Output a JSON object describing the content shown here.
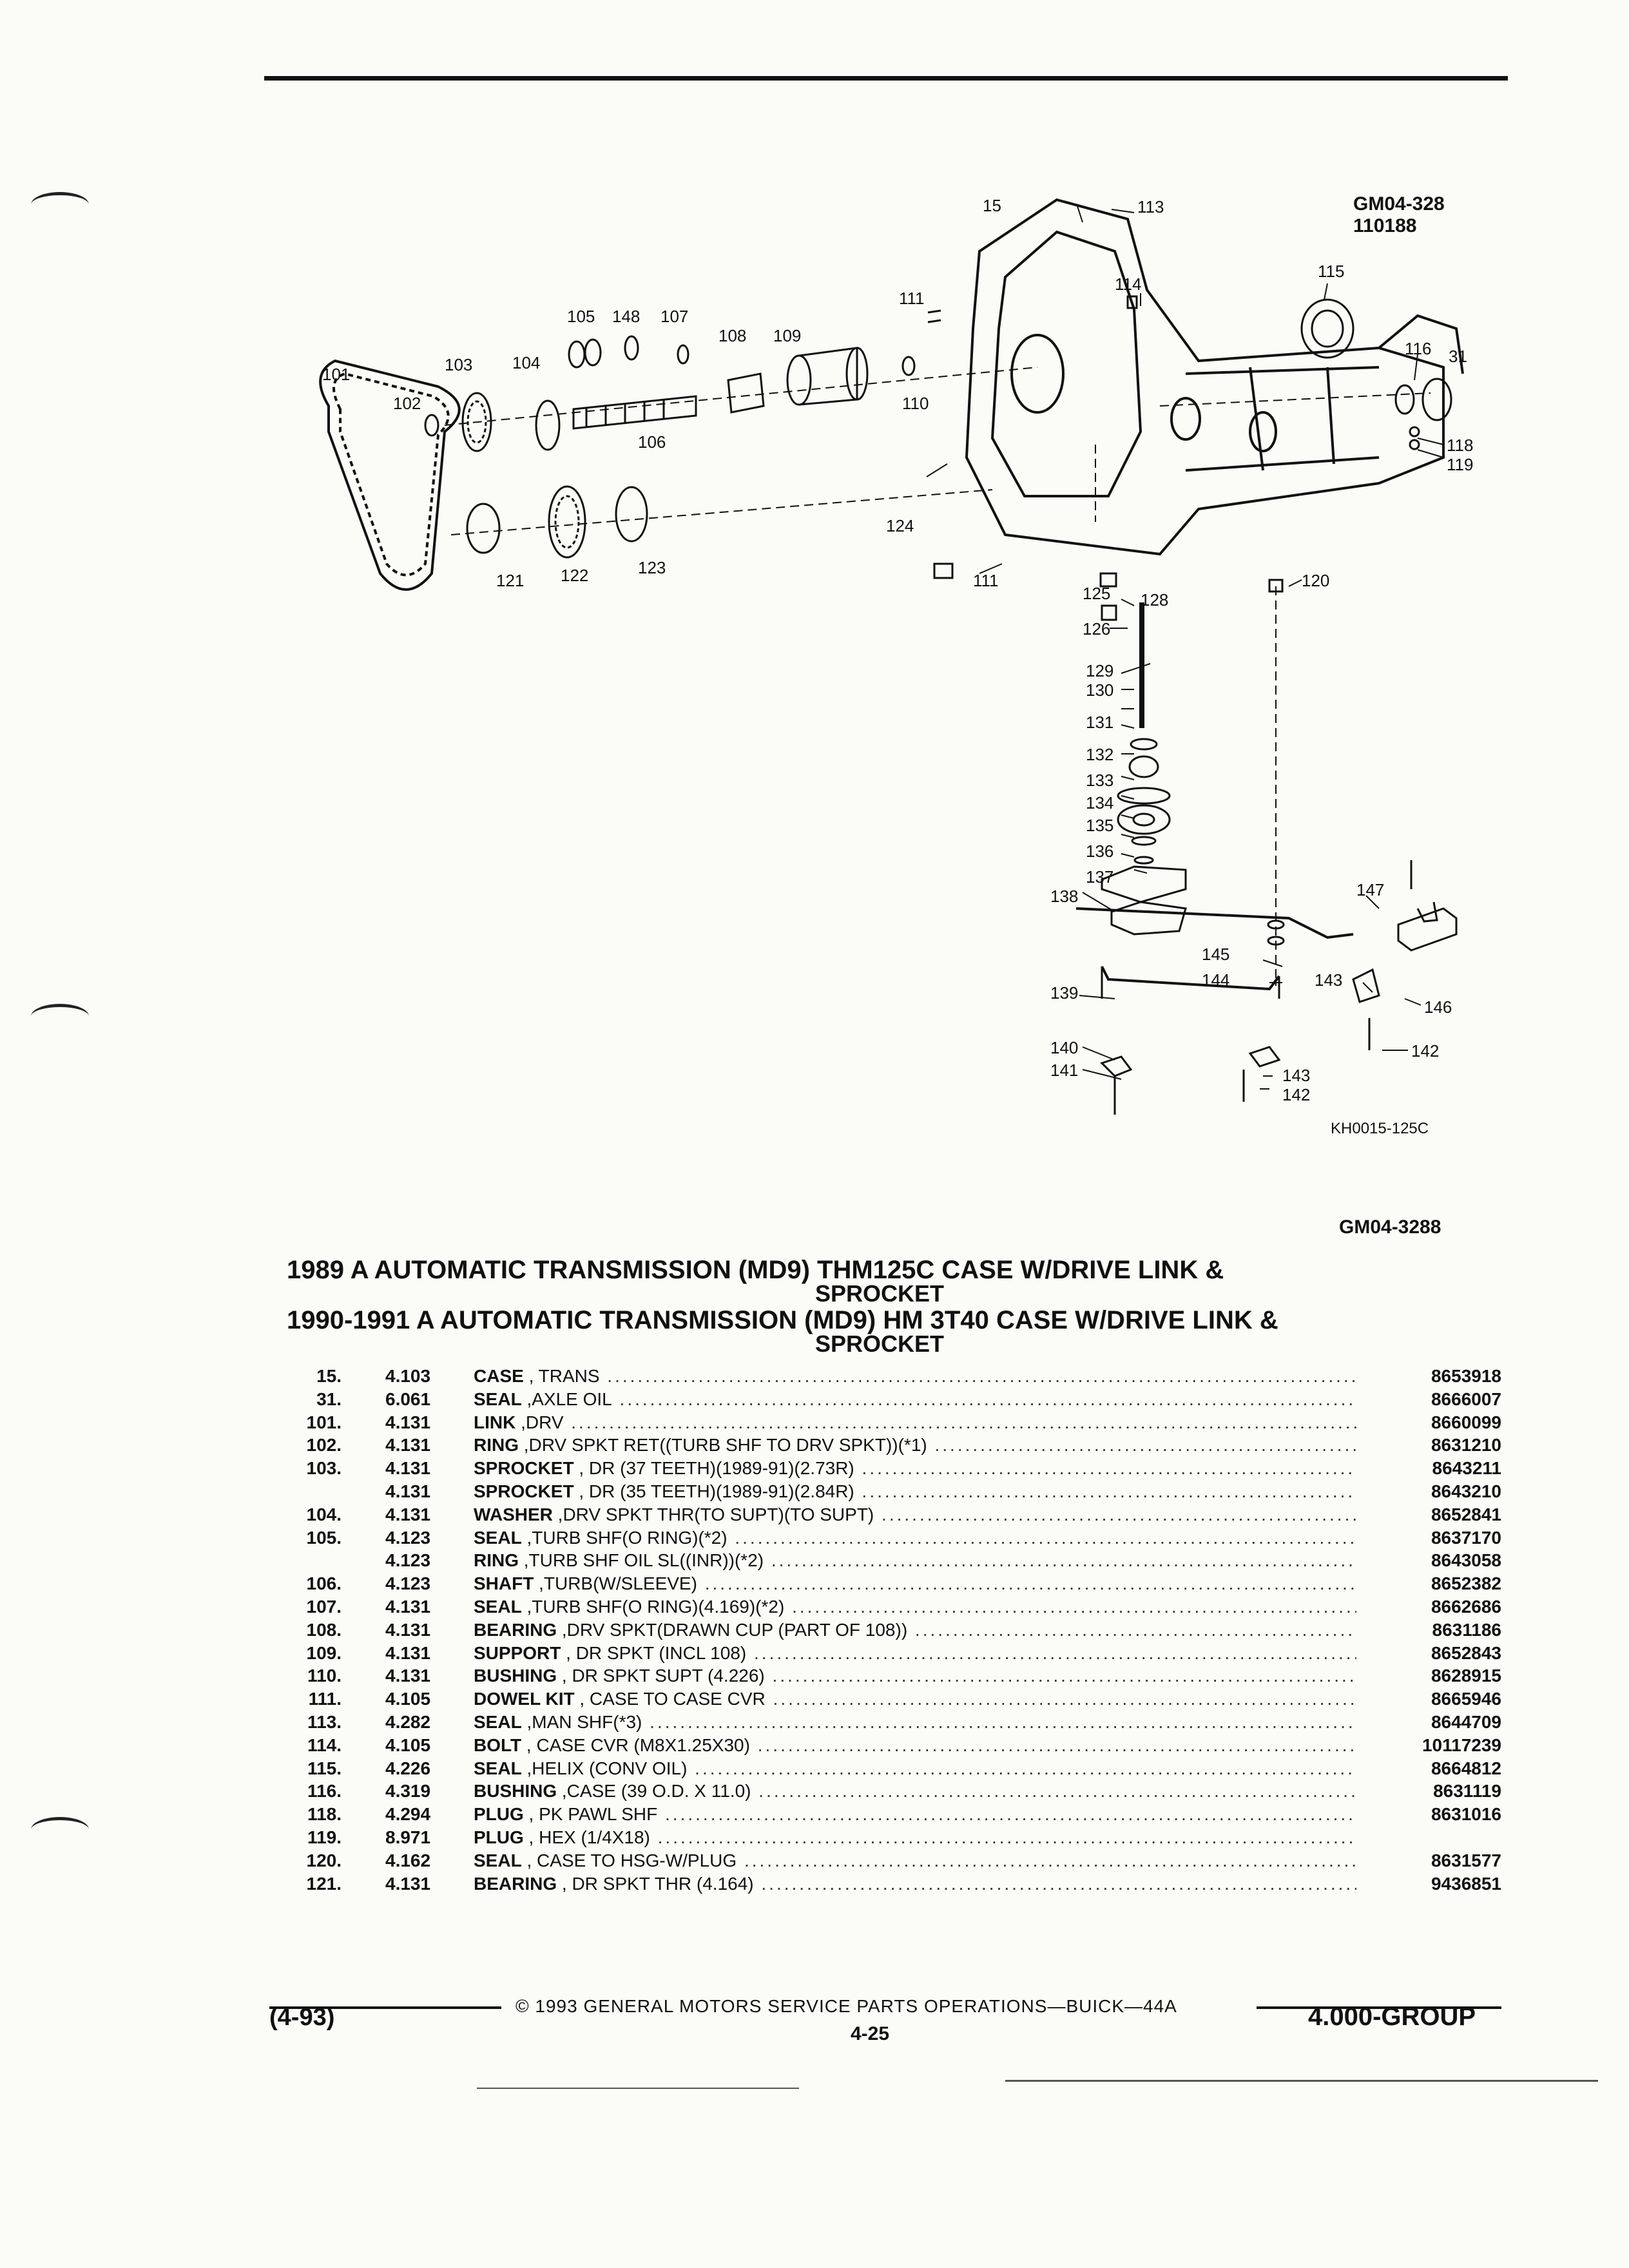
{
  "figure": {
    "code": "GM04-328",
    "date_code": "110188",
    "illustration_code": "KH0015-125C",
    "catalog_code": "GM04-3288",
    "callouts": [
      "15",
      "113",
      "111",
      "114",
      "115",
      "116",
      "31",
      "118",
      "119",
      "105",
      "148",
      "107",
      "108",
      "109",
      "110",
      "101",
      "103",
      "104",
      "102",
      "106",
      "124",
      "121",
      "122",
      "123",
      "111",
      "125",
      "128",
      "120",
      "126",
      "129",
      "130",
      "131",
      "132",
      "133",
      "134",
      "135",
      "136",
      "137",
      "138",
      "147",
      "145",
      "144",
      "143",
      "146",
      "139",
      "140",
      "141",
      "142",
      "143",
      "142"
    ]
  },
  "titles": [
    {
      "line": "1989 A AUTOMATIC TRANSMISSION (MD9) THM125C CASE W/DRIVE LINK &",
      "cont": "SPROCKET"
    },
    {
      "line": "1990-1991 A AUTOMATIC TRANSMISSION (MD9) HM 3T40 CASE W/DRIVE LINK &",
      "cont": "SPROCKET"
    }
  ],
  "parts": [
    {
      "item": "15.",
      "group": "4.103",
      "name": "CASE",
      "desc": " , TRANS",
      "part": "8653918"
    },
    {
      "item": "31.",
      "group": "6.061",
      "name": "SEAL",
      "desc": " ,AXLE OIL",
      "part": "8666007"
    },
    {
      "item": "101.",
      "group": "4.131",
      "name": "LINK",
      "desc": " ,DRV",
      "part": "8660099"
    },
    {
      "item": "102.",
      "group": "4.131",
      "name": "RING",
      "desc": " ,DRV SPKT RET((TURB SHF TO DRV SPKT))(*1)",
      "part": "8631210"
    },
    {
      "item": "103.",
      "group": "4.131",
      "name": "SPROCKET",
      "desc": " , DR (37 TEETH)(1989-91)(2.73R)",
      "part": "8643211"
    },
    {
      "item": "",
      "group": "4.131",
      "name": "SPROCKET",
      "desc": " , DR (35 TEETH)(1989-91)(2.84R)",
      "part": "8643210"
    },
    {
      "item": "104.",
      "group": "4.131",
      "name": "WASHER",
      "desc": " ,DRV SPKT THR(TO SUPT)(TO SUPT)",
      "part": "8652841"
    },
    {
      "item": "105.",
      "group": "4.123",
      "name": "SEAL",
      "desc": " ,TURB SHF(O RING)(*2)",
      "part": "8637170"
    },
    {
      "item": "",
      "group": "4.123",
      "name": "RING",
      "desc": " ,TURB SHF OIL SL((INR))(*2)",
      "part": "8643058"
    },
    {
      "item": "106.",
      "group": "4.123",
      "name": "SHAFT",
      "desc": " ,TURB(W/SLEEVE)",
      "part": "8652382"
    },
    {
      "item": "107.",
      "group": "4.131",
      "name": "SEAL",
      "desc": " ,TURB SHF(O RING)(4.169)(*2)",
      "part": "8662686"
    },
    {
      "item": "108.",
      "group": "4.131",
      "name": "BEARING",
      "desc": " ,DRV SPKT(DRAWN CUP (PART OF 108))",
      "part": "8631186"
    },
    {
      "item": "109.",
      "group": "4.131",
      "name": "SUPPORT",
      "desc": " , DR SPKT (INCL 108)",
      "part": "8652843"
    },
    {
      "item": "110.",
      "group": "4.131",
      "name": "BUSHING",
      "desc": " , DR SPKT SUPT (4.226)",
      "part": "8628915"
    },
    {
      "item": "111.",
      "group": "4.105",
      "name": "DOWEL KIT",
      "desc": " , CASE TO CASE CVR",
      "part": "8665946"
    },
    {
      "item": "113.",
      "group": "4.282",
      "name": "SEAL",
      "desc": " ,MAN SHF(*3)",
      "part": "8644709"
    },
    {
      "item": "114.",
      "group": "4.105",
      "name": "BOLT",
      "desc": " , CASE CVR (M8X1.25X30)",
      "part": "10117239"
    },
    {
      "item": "115.",
      "group": "4.226",
      "name": "SEAL",
      "desc": " ,HELIX (CONV OIL)",
      "part": "8664812"
    },
    {
      "item": "116.",
      "group": "4.319",
      "name": "BUSHING",
      "desc": " ,CASE (39 O.D. X 11.0)",
      "part": "8631119"
    },
    {
      "item": "118.",
      "group": "4.294",
      "name": "PLUG",
      "desc": " , PK PAWL SHF",
      "part": "8631016"
    },
    {
      "item": "119.",
      "group": "8.971",
      "name": "PLUG",
      "desc": " , HEX (1/4X18)",
      "part": ""
    },
    {
      "item": "120.",
      "group": "4.162",
      "name": "SEAL",
      "desc": " , CASE TO HSG-W/PLUG",
      "part": "8631577"
    },
    {
      "item": "121.",
      "group": "4.131",
      "name": "BEARING",
      "desc": " , DR SPKT THR (4.164)",
      "part": "9436851"
    }
  ],
  "footer": {
    "copyright": "© 1993 GENERAL MOTORS SERVICE PARTS OPERATIONS—BUICK—44A",
    "date": "(4-93)",
    "page": "4-25",
    "group": "4.000-GROUP"
  }
}
